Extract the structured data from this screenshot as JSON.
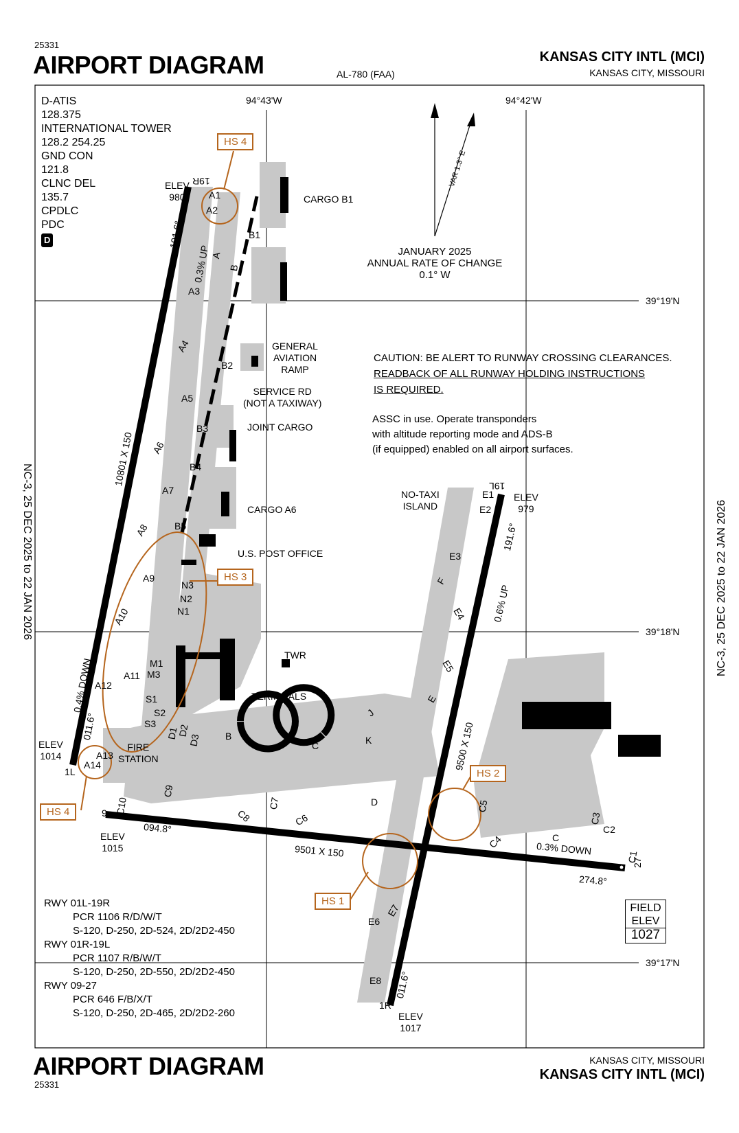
{
  "header": {
    "chart_id": "25331",
    "title": "AIRPORT DIAGRAM",
    "doc_code": "AL-780 (FAA)",
    "airport_name": "KANSAS CITY INTL (MCI)",
    "city": "KANSAS CITY, MISSOURI"
  },
  "footer": {
    "title": "AIRPORT DIAGRAM",
    "chart_id": "25331",
    "airport_name": "KANSAS CITY INTL (MCI)",
    "city": "KANSAS CITY, MISSOURI"
  },
  "side_text": "NC-3, 25 DEC 2025 to 22 JAN 2026",
  "frequencies": {
    "lines": [
      "D-ATIS",
      "128.375",
      "INTERNATIONAL TOWER",
      "128.2  254.25",
      "GND CON",
      "121.8",
      "CLNC DEL",
      "135.7",
      "CPDLC",
      "PDC"
    ],
    "badge": "D"
  },
  "coords": {
    "lon1": "94°43'W",
    "lon2": "94°42'W",
    "lat1": "39°19'N",
    "lat2": "39°18'N",
    "lat3": "39°17'N"
  },
  "magnetic": {
    "var": "VAR 1.3° E",
    "rate_lines": [
      "JANUARY 2025",
      "ANNUAL RATE OF CHANGE",
      "0.1° W"
    ]
  },
  "notes": {
    "caution": "CAUTION: BE ALERT TO RUNWAY CROSSING CLEARANCES.",
    "readback1": "READBACK OF ALL RUNWAY HOLDING INSTRUCTIONS",
    "readback2": "IS REQUIRED.",
    "assc": [
      "ASSC in use. Operate transponders",
      "with altitude reporting mode and ADS-B",
      "(if equipped) enabled on all airport surfaces."
    ]
  },
  "runways": {
    "rwy01l_19r": {
      "dims": "10801 X 150",
      "end_north": "19R",
      "end_south": "1L",
      "hdg_north": "191.6°",
      "hdg_south": "011.6°",
      "grad_north": "0.3% UP",
      "grad_south": "0.4% DOWN",
      "elev_north_label": "ELEV",
      "elev_north": "980",
      "elev_south_label": "ELEV",
      "elev_south": "1014"
    },
    "rwy01r_19l": {
      "dims": "9500 X 150",
      "end_north": "19L",
      "end_south": "1R",
      "hdg_north": "191.6°",
      "hdg_south": "011.6°",
      "grad": "0.6% UP",
      "elev_north_label": "ELEV",
      "elev_north": "979",
      "elev_south_label": "ELEV",
      "elev_south": "1017"
    },
    "rwy09_27": {
      "dims": "9501 X 150",
      "end_west": "9",
      "end_east": "27",
      "hdg_west": "094.8°",
      "hdg_east": "274.8°",
      "grad": "0.3% DOWN",
      "elev_west_label": "ELEV",
      "elev_west": "1015"
    }
  },
  "field_elev": {
    "label1": "FIELD",
    "label2": "ELEV",
    "value": "1027"
  },
  "hotspots": [
    "HS 4",
    "HS 3",
    "HS 4",
    "HS 2",
    "HS 1"
  ],
  "facilities": {
    "cargo_b1": "CARGO B1",
    "ga_ramp": [
      "GENERAL",
      "AVIATION",
      "RAMP"
    ],
    "service_rd": [
      "SERVICE RD",
      "(NOT A TAXIWAY)"
    ],
    "joint_cargo": "JOINT CARGO",
    "cargo_a6": "CARGO A6",
    "post_office": "U.S. POST OFFICE",
    "twr": "TWR",
    "terminals": "TERMINALS",
    "terminal_b": "B",
    "terminal_c": "C",
    "fire_station": [
      "FIRE",
      "STATION"
    ],
    "no_taxi": [
      "NO-TAXI",
      "ISLAND"
    ]
  },
  "taxiway_labels": {
    "a": [
      "A1",
      "A2",
      "A3",
      "A4",
      "A5",
      "A6",
      "A7",
      "A8",
      "A9",
      "A10",
      "A11",
      "A12",
      "A13",
      "A14"
    ],
    "b": [
      "B1",
      "B2",
      "B3",
      "B4",
      "B5"
    ],
    "n": [
      "N3",
      "N2",
      "N1"
    ],
    "m": [
      "M1",
      "M3"
    ],
    "s": [
      "S1",
      "S2",
      "S3"
    ],
    "d": [
      "D1",
      "D2",
      "D3"
    ],
    "c": [
      "C1",
      "C2",
      "C3",
      "C4",
      "C5",
      "C6",
      "C7",
      "C8",
      "C9",
      "C10"
    ],
    "e": [
      "E1",
      "E2",
      "E3",
      "E4",
      "E5",
      "E6",
      "E7",
      "E8"
    ],
    "generic": {
      "A": "A",
      "B": "B",
      "C": "C",
      "D": "D",
      "E": "E",
      "F": "F",
      "J": "J",
      "K": "K"
    }
  },
  "runway_data": [
    {
      "rwy": "RWY 01L-19R",
      "pcr": "PCR 1106 R/D/W/T",
      "strength": "S-120, D-250, 2D-524, 2D/2D2-450"
    },
    {
      "rwy": "RWY 01R-19L",
      "pcr": "PCR 1107 R/B/W/T",
      "strength": "S-120, D-250, 2D-550, 2D/2D2-450"
    },
    {
      "rwy": "RWY 09-27",
      "pcr": "PCR 646 F/B/X/T",
      "strength": "S-120, D-250, 2D-465, 2D/2D2-260"
    }
  ],
  "colors": {
    "hotspot": "#b5651d",
    "pavement": "#c8c8c8",
    "runway": "#000000",
    "building": "#000000"
  }
}
